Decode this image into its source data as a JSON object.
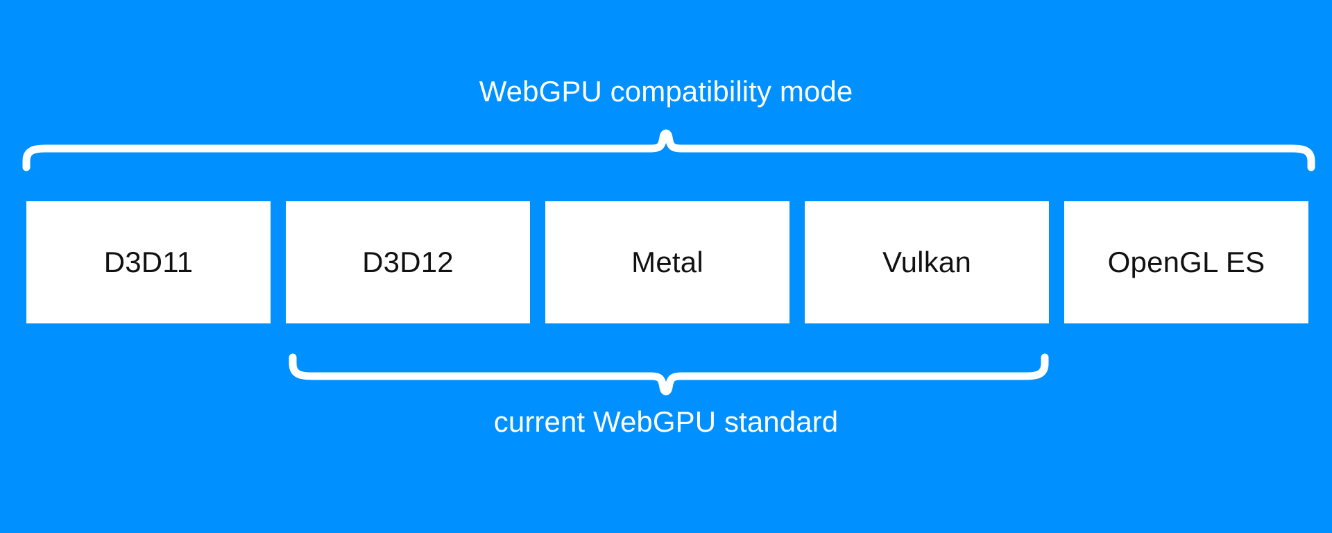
{
  "diagram": {
    "title": "WebGPU compatibility mode",
    "background_color": "#0090ff",
    "box_color": "#ffffff",
    "text_color_on_blue": "#ffffff",
    "text_color_on_box": "#111111",
    "top_brace": {
      "label": "WebGPU compatibility mode",
      "direction": "up",
      "covers": [
        "D3D11",
        "D3D12",
        "Metal",
        "Vulkan",
        "OpenGL ES"
      ]
    },
    "bottom_brace": {
      "label": "current WebGPU standard",
      "direction": "down",
      "covers": [
        "D3D12",
        "Metal",
        "Vulkan"
      ]
    },
    "boxes": [
      {
        "label": "D3D11"
      },
      {
        "label": "D3D12"
      },
      {
        "label": "Metal"
      },
      {
        "label": "Vulkan"
      },
      {
        "label": "OpenGL ES"
      }
    ]
  }
}
